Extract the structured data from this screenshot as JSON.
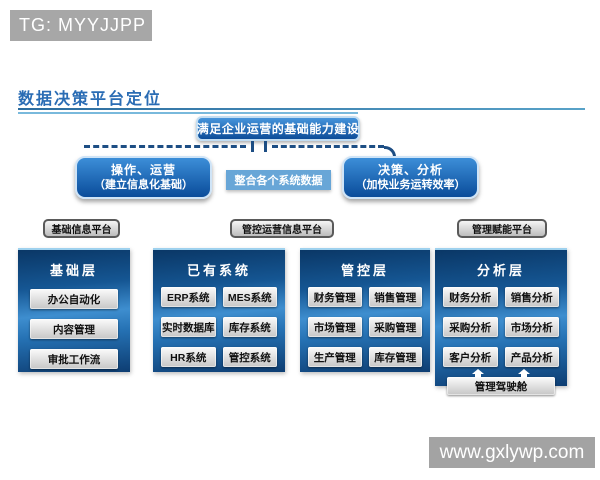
{
  "badge_tg": "TG: MYYJJPP",
  "title": "数据决策平台定位",
  "top_box": {
    "label": "满足企业运营的基础能力建设"
  },
  "left_box": {
    "line1": "操作、运营",
    "line2": "（建立信息化基础）"
  },
  "middle_label": "整合各个系统数据",
  "right_box": {
    "line1": "决策、分析",
    "line2": "（加快业务运转效率）"
  },
  "platform_labels": [
    "基础信息平台",
    "管控运营信息平台",
    "管理赋能平台"
  ],
  "panels": [
    {
      "title": "基础层",
      "columns": 1,
      "items": [
        "办公自动化",
        "内容管理",
        "审批工作流"
      ]
    },
    {
      "title": "已有系统",
      "columns": 2,
      "items": [
        "ERP系统",
        "MES系统",
        "实时数据库",
        "库存系统",
        "HR系统",
        "管控系统"
      ]
    },
    {
      "title": "管控层",
      "columns": 2,
      "items": [
        "财务管理",
        "销售管理",
        "市场管理",
        "采购管理",
        "生产管理",
        "库存管理"
      ]
    },
    {
      "title": "分析层",
      "columns": 2,
      "items": [
        "财务分析",
        "销售分析",
        "采购分析",
        "市场分析",
        "客户分析",
        "产品分析"
      ],
      "footer": "管理驾驶舱"
    }
  ],
  "watermark": "www.gxlywp.com",
  "colors": {
    "title_blue": "#2a6cb4",
    "box_blue_light": "#3c8ed8",
    "box_blue_dark": "#0a4c9a",
    "mid_label_blue": "#68a6d7",
    "connector_blue": "#1d4e84",
    "panel_highlight": "#3e8ecf",
    "gray_badge": "#a7a7a7",
    "chip_gray": "#c6c6c6"
  }
}
